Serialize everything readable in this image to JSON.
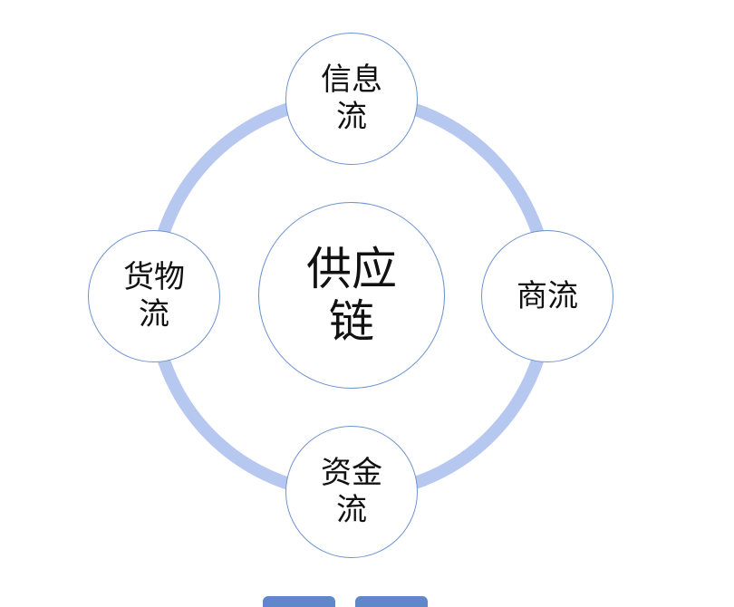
{
  "diagram": {
    "center": {
      "label": "供应\n链"
    },
    "nodes": {
      "top": {
        "label": "信息\n流"
      },
      "right": {
        "label": "商流"
      },
      "bottom": {
        "label": "资金\n流"
      },
      "left": {
        "label": "货物\n流"
      }
    },
    "colors": {
      "ring": "#b7c8f0",
      "node_border": "#6e93cf",
      "node_fill": "#ffffff",
      "text": "#111111",
      "tab": "#5f87c9"
    }
  }
}
